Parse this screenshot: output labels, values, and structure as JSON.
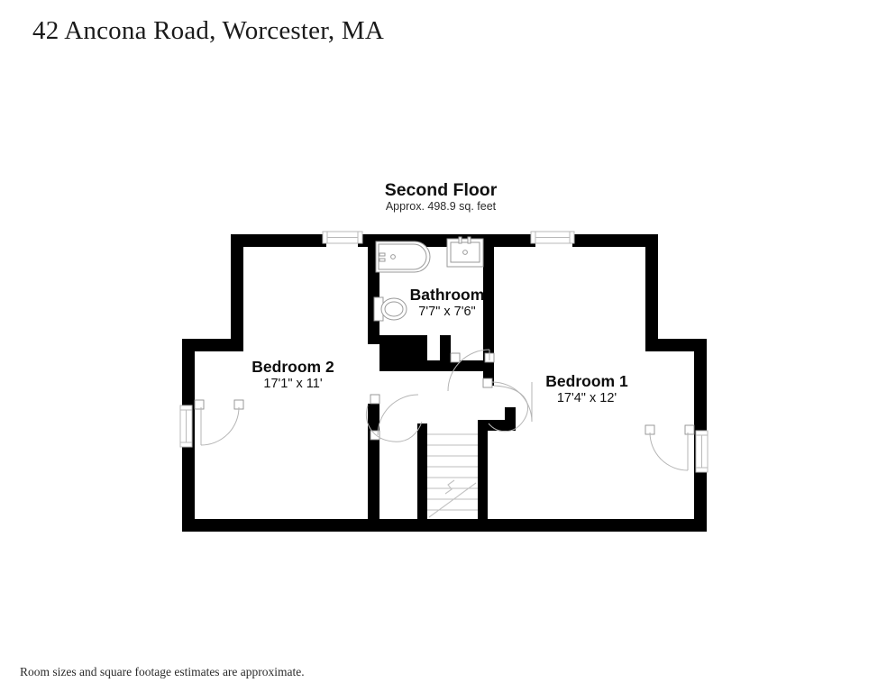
{
  "page": {
    "title": "42 Ancona Road, Worcester, MA",
    "footer_note": "Room sizes and square footage estimates are approximate.",
    "background_color": "#ffffff",
    "ink_color": "#000000"
  },
  "floorplan": {
    "heading": "Second Floor",
    "area_note": "Approx. 498.9 sq. feet",
    "rooms": [
      {
        "id": "bedroom-2",
        "name": "Bedroom 2",
        "dimensions": "17'1\" x 11'"
      },
      {
        "id": "bathroom",
        "name": "Bathroom",
        "dimensions": "7'7\" x 7'6\""
      },
      {
        "id": "bedroom-1",
        "name": "Bedroom 1",
        "dimensions": "17'4\" x 12'"
      }
    ],
    "fixtures": [
      {
        "id": "bathtub",
        "icon": "bathtub-icon"
      },
      {
        "id": "vanity-sink",
        "icon": "sink-icon"
      },
      {
        "id": "toilet",
        "icon": "toilet-icon"
      },
      {
        "id": "staircase",
        "icon": "stairs-icon"
      }
    ],
    "openings": [
      {
        "id": "window-bedroom-2-north",
        "icon": "window-icon"
      },
      {
        "id": "window-bedroom-1-north",
        "icon": "window-icon"
      },
      {
        "id": "window-bedroom-2-west",
        "icon": "window-icon"
      },
      {
        "id": "window-bedroom-1-east",
        "icon": "window-icon"
      },
      {
        "id": "door-bedroom-2",
        "icon": "door-swing-icon"
      },
      {
        "id": "door-bedroom-1",
        "icon": "door-swing-icon"
      },
      {
        "id": "door-bathroom",
        "icon": "door-swing-icon"
      },
      {
        "id": "door-closet-bedroom-2",
        "icon": "door-swing-icon"
      },
      {
        "id": "door-closet-bedroom-1",
        "icon": "door-swing-icon"
      }
    ]
  }
}
